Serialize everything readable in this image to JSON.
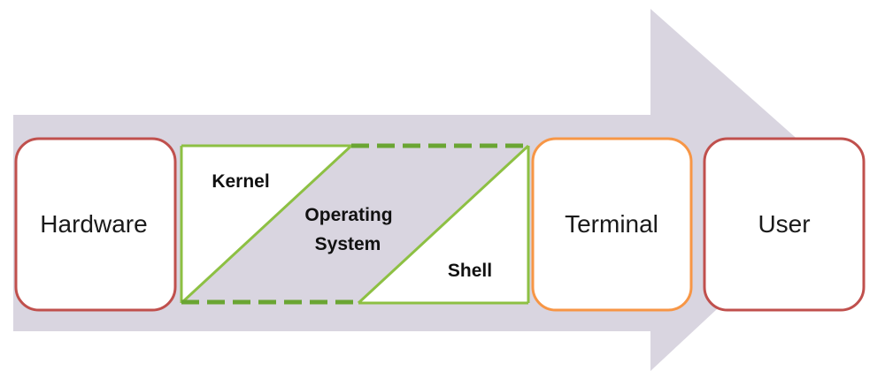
{
  "diagram": {
    "arrow_color": "#d9d5e0",
    "nodes": {
      "hardware": {
        "label": "Hardware",
        "border_color": "#c0504d"
      },
      "terminal": {
        "label": "Terminal",
        "border_color": "#f79646"
      },
      "user": {
        "label": "User",
        "border_color": "#c0504d"
      }
    },
    "operating_system": {
      "border_color": "#8dc043",
      "dashed_color": "#6aa533",
      "kernel_label": "Kernel",
      "os_label_line1": "Operating",
      "os_label_line2": "System",
      "shell_label": "Shell"
    }
  }
}
